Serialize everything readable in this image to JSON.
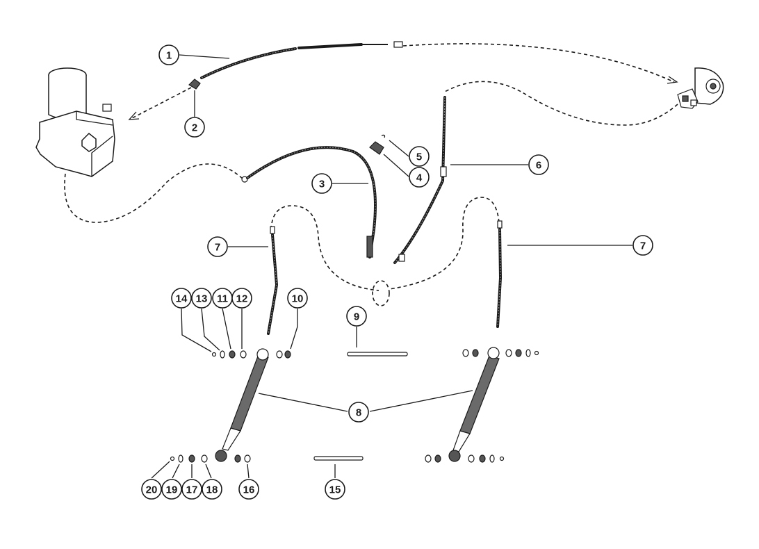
{
  "callouts": [
    {
      "id": "c1",
      "label": "1"
    },
    {
      "id": "c2",
      "label": "2"
    },
    {
      "id": "c3",
      "label": "3"
    },
    {
      "id": "c4",
      "label": "4"
    },
    {
      "id": "c5",
      "label": "5"
    },
    {
      "id": "c6",
      "label": "6"
    },
    {
      "id": "c7a",
      "label": "7"
    },
    {
      "id": "c7b",
      "label": "7"
    },
    {
      "id": "c8",
      "label": "8"
    },
    {
      "id": "c9",
      "label": "9"
    },
    {
      "id": "c10",
      "label": "10"
    },
    {
      "id": "c11",
      "label": "11"
    },
    {
      "id": "c12",
      "label": "12"
    },
    {
      "id": "c13",
      "label": "13"
    },
    {
      "id": "c14",
      "label": "14"
    },
    {
      "id": "c15",
      "label": "15"
    },
    {
      "id": "c16",
      "label": "16"
    },
    {
      "id": "c17",
      "label": "17"
    },
    {
      "id": "c18",
      "label": "18"
    },
    {
      "id": "c19",
      "label": "19"
    },
    {
      "id": "c20",
      "label": "20"
    }
  ]
}
